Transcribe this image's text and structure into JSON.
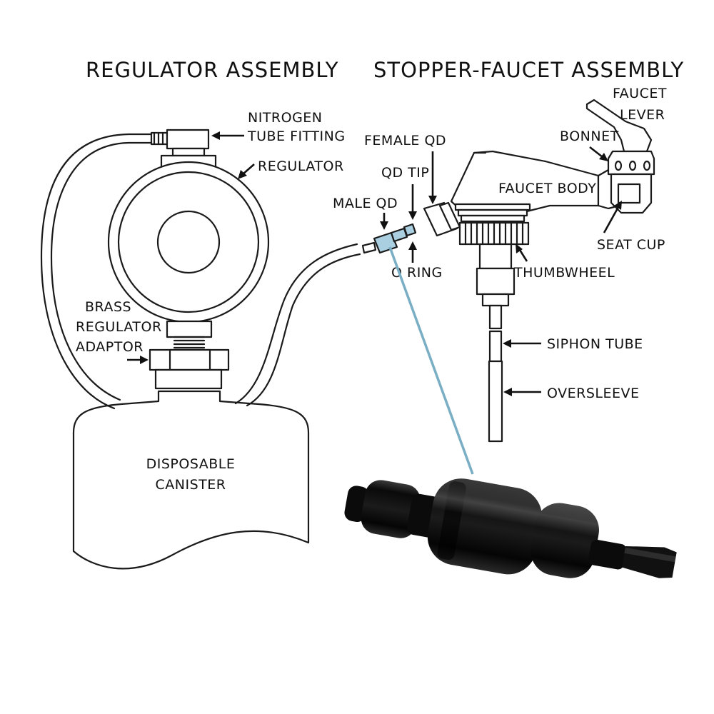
{
  "titles": {
    "regulator_assembly": "REGULATOR ASSEMBLY",
    "stopper_faucet_assembly": "STOPPER-FAUCET ASSEMBLY"
  },
  "labels": {
    "nitrogen_line1": "NITROGEN",
    "nitrogen_line2": "TUBE FITTING",
    "regulator": "REGULATOR",
    "brass_line1": "BRASS",
    "brass_line2": "REGULATOR",
    "brass_line3": "ADAPTOR",
    "canister_line1": "DISPOSABLE",
    "canister_line2": "CANISTER",
    "female_qd": "FEMALE QD",
    "qd_tip": "QD TIP",
    "male_qd": "MALE QD",
    "o_ring": "O RING",
    "faucet_lever_line1": "FAUCET",
    "faucet_lever_line2": "LEVER",
    "bonnet": "BONNET",
    "faucet_body": "FAUCET BODY",
    "seat_cup": "SEAT CUP",
    "thumbwheel": "THUMBWHEEL",
    "siphon_tube": "SIPHON TUBE",
    "oversleeve": "OVERSLEEVE"
  },
  "colors": {
    "line": "#1a1a1a",
    "callout": "#7aaec4",
    "qd_highlight": "#a9cfe0",
    "photo_part": "#0b0b0b"
  },
  "icons": {
    "arrows": "arrow-icon",
    "photo": "male-qd-photo"
  }
}
